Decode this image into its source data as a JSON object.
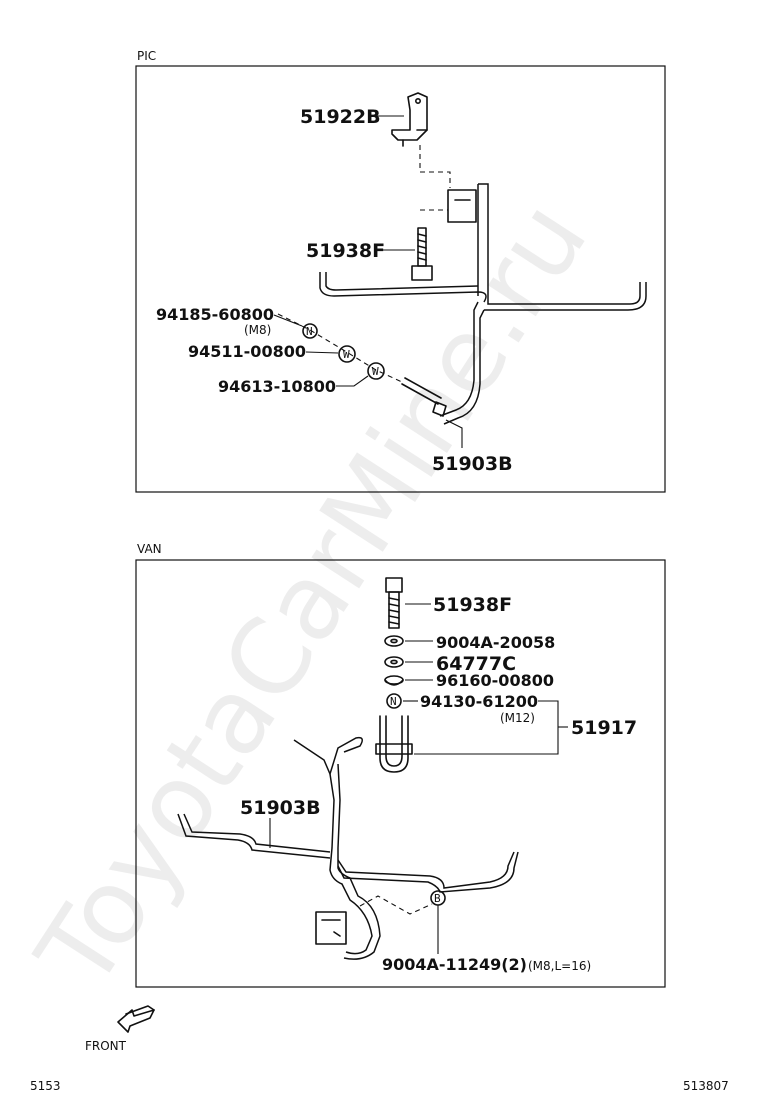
{
  "watermark": "ToyotaCarMine.ru",
  "sections": {
    "pic": {
      "title": "PIC",
      "labels": {
        "bracket": "51922B",
        "bolt": "51938F",
        "nut": "94185-60800",
        "nut_size": "(M8)",
        "washer1": "94511-00800",
        "washer2": "94613-10800",
        "pipe": "51903B"
      },
      "markers": {
        "nut": "N",
        "washer1": "W",
        "washer2": "W"
      }
    },
    "van": {
      "title": "VAN",
      "labels": {
        "bolt": "51938F",
        "washer_a": "9004A-20058",
        "cushion": "64777C",
        "washer_b": "96160-00800",
        "nut": "94130-61200",
        "nut_size": "(M12)",
        "ubolt_set": "51917",
        "pipe": "51903B",
        "bolt_b": "9004A-11249(2)",
        "bolt_b_size": "(M8,L=16)"
      },
      "markers": {
        "nut": "N",
        "bolt_b": "B"
      }
    }
  },
  "front_label": "FRONT",
  "footer": {
    "left": "5153",
    "right": "513807"
  }
}
